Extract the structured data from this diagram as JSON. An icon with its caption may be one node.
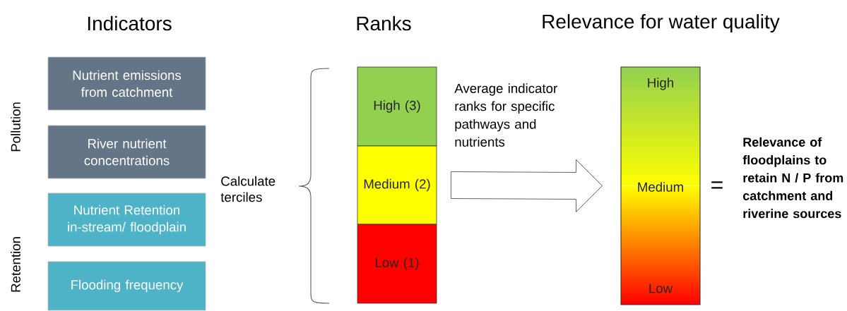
{
  "diagram": {
    "nodes": [
      {
        "text": [
          "Nutrient emissions from catchment"
        ]
      },
      {
        "text": [
          "River nutrient concentrations"
        ]
      },
      {
        "text": [
          "Nutrient Retention in-stream/ floodplain"
        ]
      },
      {
        "text": [
          "Flooding frequency"
        ]
      },
      {
        "text": [
          "High (3)"
        ]
      },
      {
        "text": [
          "Medium (2)"
        ]
      },
      {
        "text": [
          "Low (1)"
        ]
      },
      {
        "text": [
          "High",
          "Medium",
          "Low"
        ]
      }
    ],
    "edges": [
      {
        "from": 5,
        "to": 7,
        "arrow": "to",
        "label": "Average indicator ranks for specific pathways and nutrients"
      }
    ],
    "labels": [
      "Indicators",
      "Ranks",
      "Relevance for water quality",
      "Pollution",
      "Retention",
      "Calculate terciles",
      "=",
      "Relevance of floodplains to retain N / P from catchment and riverine sources"
    ]
  }
}
